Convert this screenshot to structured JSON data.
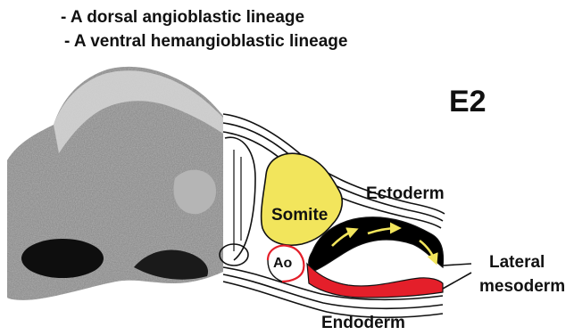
{
  "header": {
    "bullets": [
      "- A dorsal angioblastic lineage",
      "- A ventral hemangioblastic lineage"
    ],
    "stage": "E2"
  },
  "labels": {
    "somite": "Somite",
    "ao": "Ao",
    "ectoderm": "Ectoderm",
    "lateral": "Lateral",
    "mesoderm": "mesoderm",
    "endoderm": "Endoderm"
  },
  "colors": {
    "somite": "#f2e55c",
    "dorsal_lineage": "#000000",
    "ventral_lineage": "#e41f2a",
    "arrows": "#f2e55c",
    "aorta_ring": "#e41f2a"
  }
}
